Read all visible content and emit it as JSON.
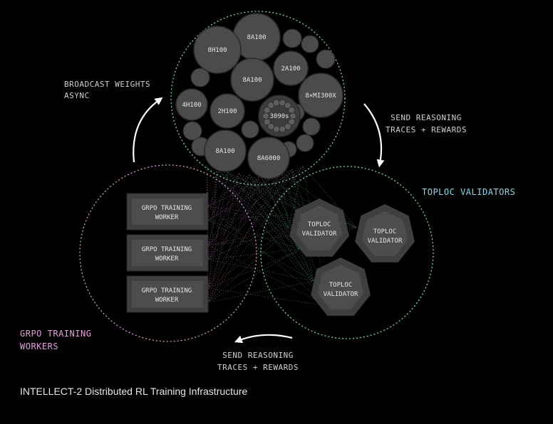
{
  "diagram": {
    "gpu_nodes": [
      {
        "label": "8A100"
      },
      {
        "label": "8H100"
      },
      {
        "label": "2A100"
      },
      {
        "label": "8A100"
      },
      {
        "label": "4H100"
      },
      {
        "label": "2H100"
      },
      {
        "label": "8×MI300X"
      },
      {
        "label": "3090s"
      },
      {
        "label": "8A100"
      },
      {
        "label": "8A6000"
      }
    ],
    "workers": [
      {
        "line1": "GRPO TRAINING",
        "line2": "WORKER"
      },
      {
        "line1": "GRPO TRAINING",
        "line2": "WORKER"
      },
      {
        "line1": "GRPO TRAINING",
        "line2": "WORKER"
      }
    ],
    "validators": [
      {
        "line1": "TOPLOC",
        "line2": "VALIDATOR"
      },
      {
        "line1": "TOPLOC",
        "line2": "VALIDATOR"
      },
      {
        "line1": "TOPLOC",
        "line2": "VALIDATOR"
      }
    ],
    "labels": {
      "broadcast": [
        "BROADCAST WEIGHTS",
        "ASYNC"
      ],
      "send_right": [
        "SEND REASONING",
        "TRACES + REWARDS"
      ],
      "send_bottom": [
        "SEND REASONING",
        "TRACES + REWARDS"
      ],
      "toploc_group": "TOPLOC VALIDATORS",
      "grpo_group": [
        "GRPO TRAINING",
        "WORKERS"
      ]
    },
    "colors": {
      "background": "#000000",
      "inference_ring": "#7fd6a6",
      "training_ring": "#d79ad6",
      "validator_ring": "#7fd6a6",
      "validator_title": "#8ad6e6",
      "worker_title": "#e3a0de",
      "label_text": "#cfcfcf",
      "node_fill": "#4b4b4b"
    }
  },
  "caption": "INTELLECT-2 Distributed RL Training Infrastructure"
}
